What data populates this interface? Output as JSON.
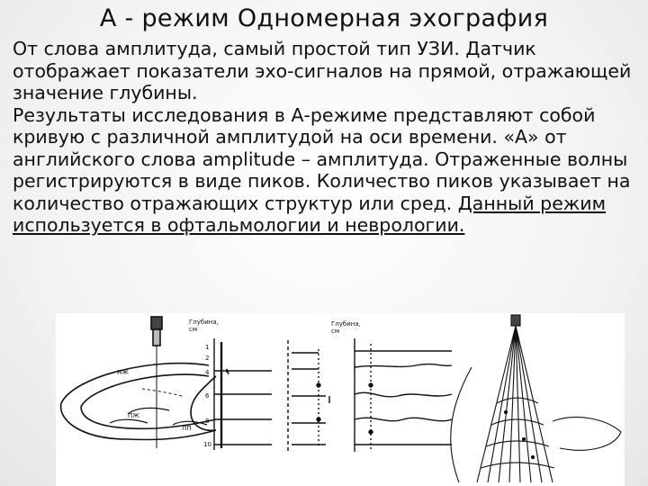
{
  "slide": {
    "title": "А - режим Одномерная эхография",
    "paragraph1": "От слова амплитуда, самый простой тип УЗИ. Датчик отображает показатели эхо-сигналов на прямой, отражающей значение глубины.",
    "paragraph2_plain": "Результаты исследования в А-режиме представляют собой кривую с различной амплитудой на оси времени. «А» от английского слова amplitude – амплитуда. Отраженные волны регистрируются в виде пиков. Количество пиков указывает на количество отражающих структур или сред. ",
    "paragraph2_underlined": "Данный режим используется в офтальмологии и неврологии."
  },
  "figure": {
    "depth_label_1": "Глубина,",
    "depth_unit_1": "см",
    "depth_label_2": "Глубина,",
    "depth_unit_2": "см",
    "depth_ticks": [
      "1",
      "2",
      "4",
      "6",
      "8",
      "10"
    ],
    "organ_labels": [
      "НЖ",
      "ПЖ",
      "ЛП"
    ]
  }
}
